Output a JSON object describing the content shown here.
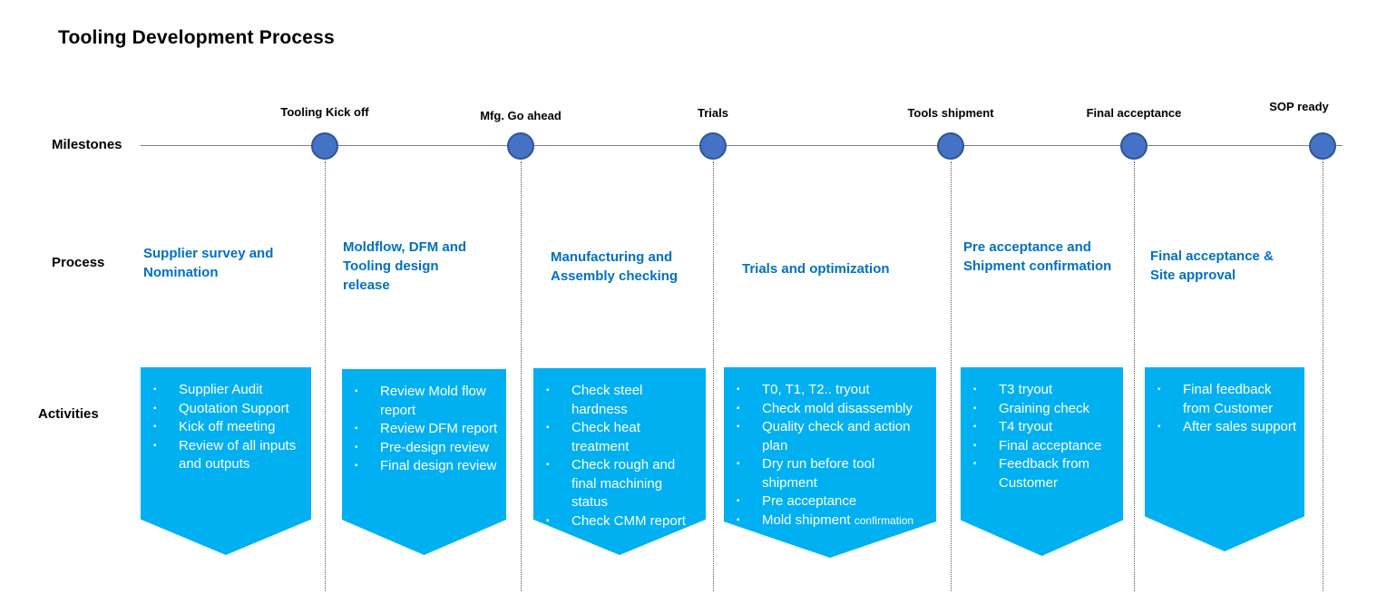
{
  "title": "Tooling Development Process",
  "row_labels": {
    "milestones": "Milestones",
    "process": "Process",
    "activities": "Activities"
  },
  "colors": {
    "process_text": "#0070C0",
    "activity_box": "#00B0F0",
    "milestone_fill": "#4472C4",
    "milestone_border": "#2F5597",
    "timeline_line": "#808080",
    "title_text": "#000000"
  },
  "icons": {
    "milestone_marker": "filled-circle",
    "activity_bullet": "square-bullet"
  },
  "milestones": [
    {
      "label": "Tooling Kick off"
    },
    {
      "label": "Mfg. Go ahead"
    },
    {
      "label": "Trials"
    },
    {
      "label": "Tools shipment"
    },
    {
      "label": "Final acceptance"
    },
    {
      "label": "SOP ready"
    }
  ],
  "process": [
    {
      "label": "Supplier survey and Nomination"
    },
    {
      "label": "Moldflow, DFM and Tooling design release"
    },
    {
      "label": "Manufacturing and Assembly checking"
    },
    {
      "label": "Trials and optimization"
    },
    {
      "label": "Pre acceptance and Shipment confirmation"
    },
    {
      "label": "Final acceptance & Site approval"
    }
  ],
  "activities": [
    {
      "items": [
        "Supplier Audit",
        "Quotation Support",
        "Kick off meeting",
        "Review of all inputs and outputs"
      ]
    },
    {
      "items": [
        "Review Mold flow report",
        "Review DFM report",
        "Pre-design review",
        "Final design review"
      ]
    },
    {
      "items": [
        "Check steel hardness",
        "Check heat treatment",
        "Check rough and final machining status",
        "Check CMM report"
      ]
    },
    {
      "items": [
        "T0, T1, T2.. tryout",
        "Check mold disassembly",
        "Quality check and action plan",
        "Dry run before tool shipment",
        "Pre acceptance",
        {
          "text": "Mold shipment ",
          "small": "confirmation"
        }
      ]
    },
    {
      "items": [
        "T3 tryout",
        "Graining check",
        "T4 tryout",
        "Final acceptance",
        "Feedback from Customer"
      ]
    },
    {
      "items": [
        "Final feedback from Customer",
        "After sales support"
      ]
    }
  ]
}
